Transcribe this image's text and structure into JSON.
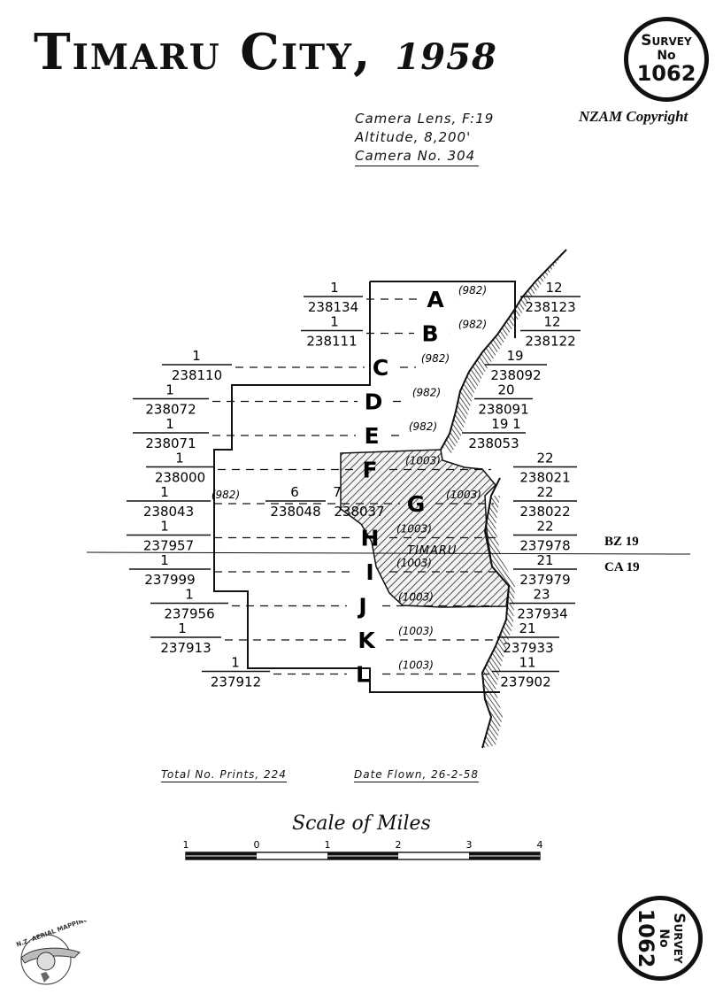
{
  "title": {
    "main": "Timaru City",
    "separator": ",",
    "year": "1958"
  },
  "badge": {
    "line1": "Survey",
    "line2": "No",
    "line3": "1062"
  },
  "copyright": "NZAM Copyright",
  "specs": [
    "Camera Lens, F:19",
    "Altitude, 8,200'",
    "Camera No. 304"
  ],
  "footer": {
    "total_prints": "Total No. Prints, 224",
    "date_flown": "Date Flown, 26-2-58"
  },
  "scale": {
    "title": "Scale of Miles",
    "ticks": [
      "1",
      "0",
      "1",
      "2",
      "3",
      "4"
    ]
  },
  "town_label": "TIMARU",
  "grid_labels": {
    "bz": "BZ 19",
    "ca": "CA 19"
  },
  "logo_text": "N.Z. AERIAL MAPPING LTD",
  "runs": [
    {
      "letter": "A",
      "height": "(982)",
      "left": [
        "1",
        "238134"
      ],
      "right": [
        "12",
        "238123"
      ]
    },
    {
      "letter": "B",
      "height": "(982)",
      "left": [
        "1",
        "238111"
      ],
      "right": [
        "12",
        "238122"
      ]
    },
    {
      "letter": "C",
      "height": "(982)",
      "left": [
        "1",
        "238110"
      ],
      "right": [
        "19",
        "238092"
      ]
    },
    {
      "letter": "D",
      "height": "(982)",
      "left": [
        "1",
        "238072"
      ],
      "right": [
        "20",
        "238091"
      ]
    },
    {
      "letter": "E",
      "height": "(982)",
      "left": [
        "1",
        "238071"
      ],
      "right": [
        "19 1",
        "238053"
      ]
    },
    {
      "letter": "F",
      "height": "(1003)",
      "left": [
        "1",
        "238000"
      ],
      "right": [
        "22",
        "238021"
      ]
    },
    {
      "letter": "G",
      "height": "(1003)",
      "left": [
        "1",
        "238043"
      ],
      "right": [
        "22",
        "238022"
      ],
      "mid_height": "(982)",
      "mid_a": [
        "6",
        "238048"
      ],
      "mid_b": [
        "7",
        "238037"
      ]
    },
    {
      "letter": "H",
      "height": "(1003)",
      "left": [
        "1",
        "237957"
      ],
      "right": [
        "22",
        "237978"
      ]
    },
    {
      "letter": "I",
      "height": "(1003)",
      "left": [
        "1",
        "237999"
      ],
      "right": [
        "21",
        "237979"
      ]
    },
    {
      "letter": "J",
      "height": "(1003)",
      "left": [
        "1",
        "237956"
      ],
      "right": [
        "23",
        "237934"
      ]
    },
    {
      "letter": "K",
      "height": "(1003)",
      "left": [
        "1",
        "237913"
      ],
      "right": [
        "21",
        "237933"
      ]
    },
    {
      "letter": "L",
      "height": "(1003)",
      "left": [
        "1",
        "237912"
      ],
      "right": [
        "11",
        "237902"
      ]
    }
  ]
}
